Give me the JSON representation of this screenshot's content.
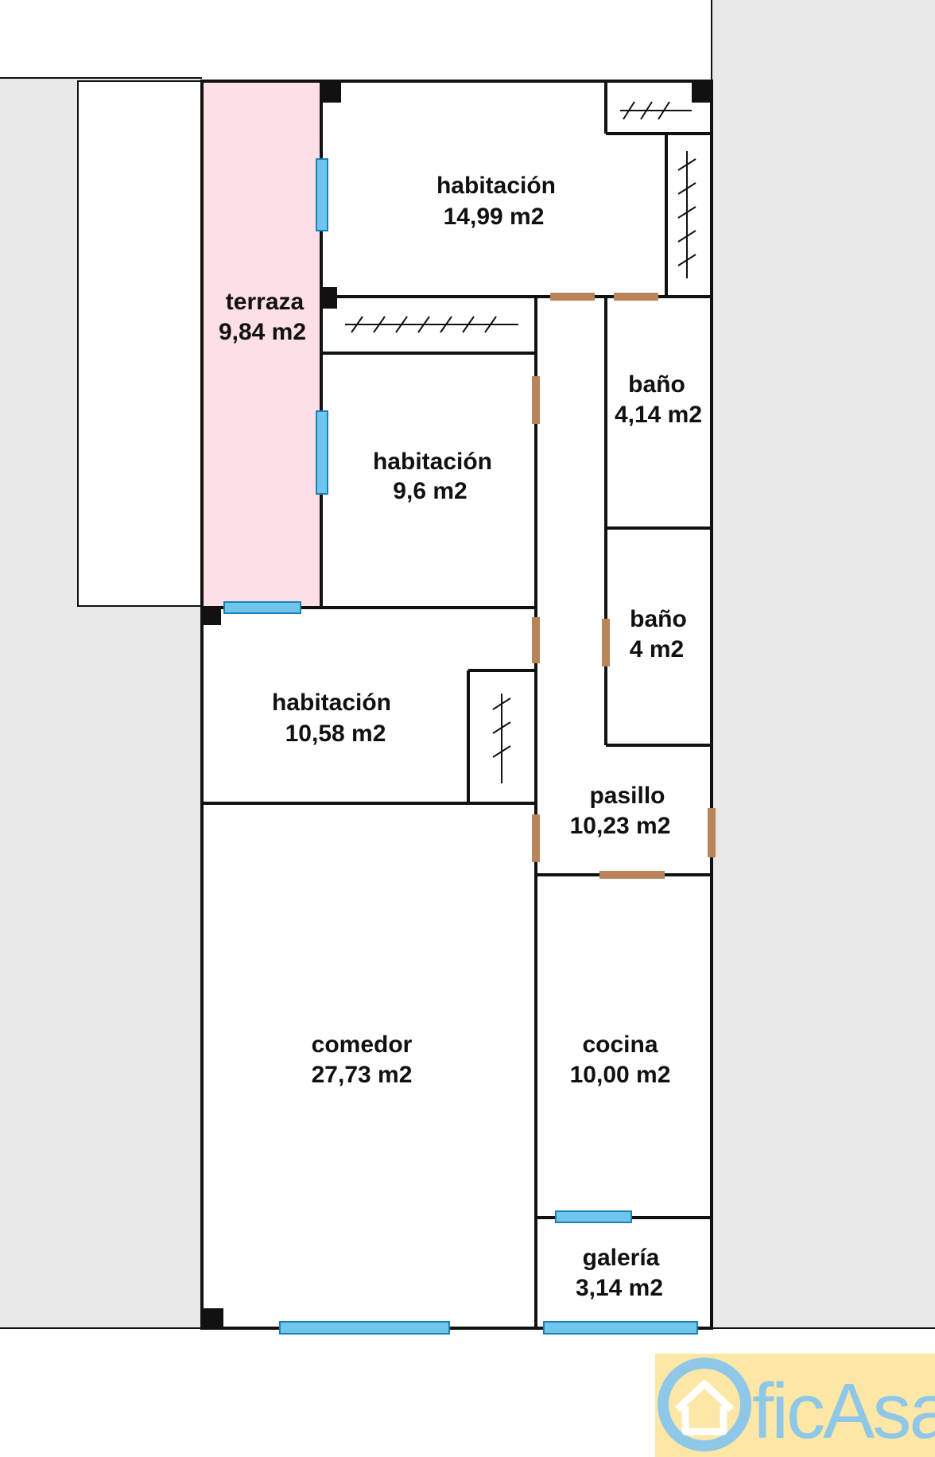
{
  "colors": {
    "terrace": "#fde0e6",
    "neighbor": "#e8e8e8",
    "wall": "#111111",
    "window": "#6ec6ec",
    "door": "#b98458",
    "logo_bg": "#fde7a6",
    "logo_mark": "#8fc7e8"
  },
  "rooms": [
    {
      "name": "habitación",
      "area": "14,99 m2"
    },
    {
      "name": "terraza",
      "area": "9,84 m2"
    },
    {
      "name": "habitación",
      "area": "9,6 m2"
    },
    {
      "name": "baño",
      "area": "4,14 m2"
    },
    {
      "name": "baño",
      "area": "4 m2"
    },
    {
      "name": "habitación",
      "area": "10,58 m2"
    },
    {
      "name": "pasillo",
      "area": "10,23 m2"
    },
    {
      "name": "comedor",
      "area": "27,73 m2"
    },
    {
      "name": "cocina",
      "area": "10,00 m2"
    },
    {
      "name": "galería",
      "area": "3,14 m2"
    }
  ],
  "logo": {
    "text": "ficAsa",
    "icon": "house-icon"
  }
}
